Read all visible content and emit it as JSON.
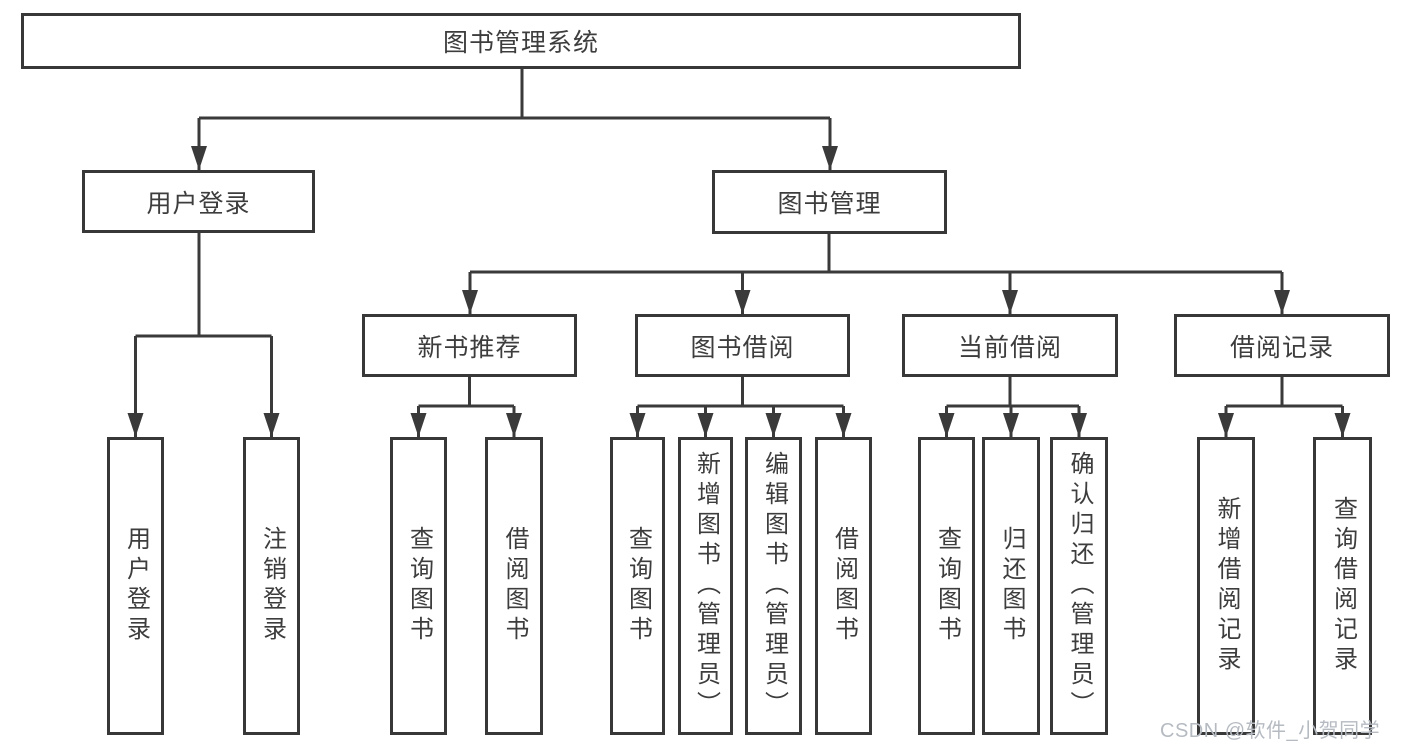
{
  "diagram": {
    "tree": {
      "label": "图书管理系统",
      "children": [
        {
          "label": "用户登录",
          "children": [
            {
              "label": "用户登录"
            },
            {
              "label": "注销登录"
            }
          ]
        },
        {
          "label": "图书管理",
          "children": [
            {
              "label": "新书推荐",
              "children": [
                {
                  "label": "查询图书"
                },
                {
                  "label": "借阅图书"
                }
              ]
            },
            {
              "label": "图书借阅",
              "children": [
                {
                  "label": "查询图书"
                },
                {
                  "label": "新增图书（管理员）"
                },
                {
                  "label": "编辑图书（管理员）"
                },
                {
                  "label": "借阅图书"
                }
              ]
            },
            {
              "label": "当前借阅",
              "children": [
                {
                  "label": "查询图书"
                },
                {
                  "label": "归还图书"
                },
                {
                  "label": "确认归还（管理员）"
                }
              ]
            },
            {
              "label": "借阅记录",
              "children": [
                {
                  "label": "新增借阅记录"
                },
                {
                  "label": "查询借阅记录"
                }
              ]
            }
          ]
        }
      ]
    }
  },
  "watermark": {
    "text": "CSDN @软件_小贺同学"
  },
  "colors": {
    "line": "#3a3a3a",
    "box_border": "#383838",
    "text": "#3d3d3d",
    "watermark": "#b6bbc2",
    "background": "#ffffff"
  }
}
